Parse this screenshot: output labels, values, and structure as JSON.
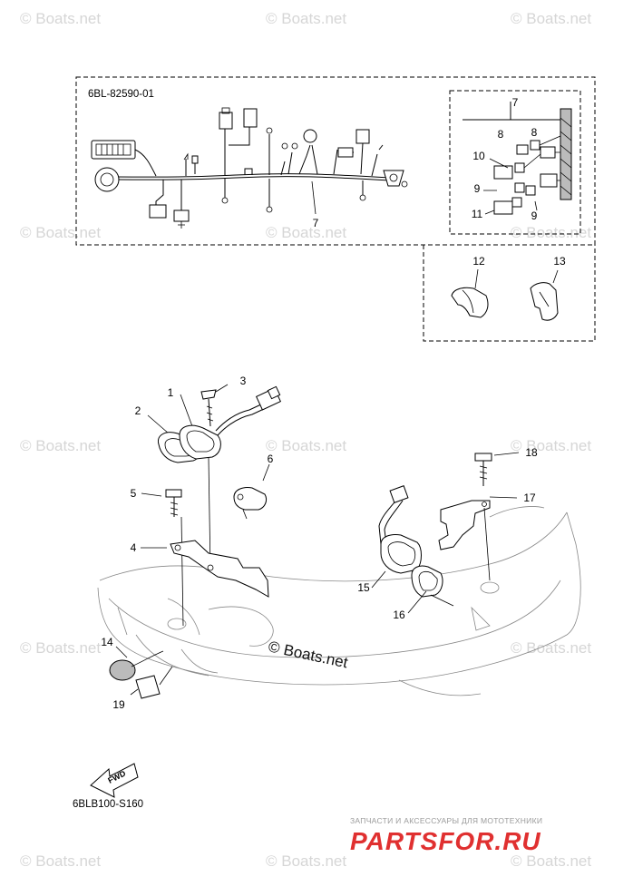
{
  "watermark": "© Boats.net",
  "center_watermark": "© Boats.net",
  "harness_code": "6BL-82590-01",
  "diagram_code": "6BLB100-S160",
  "fwd_label": "FWD",
  "callouts": {
    "c1": "1",
    "c2": "2",
    "c3": "3",
    "c4": "4",
    "c5": "5",
    "c6": "6",
    "c7a": "7",
    "c7b": "7",
    "c8a": "8",
    "c8b": "8",
    "c9a": "9",
    "c9b": "9",
    "c10": "10",
    "c11": "11",
    "c12": "12",
    "c13": "13",
    "c14": "14",
    "c15": "15",
    "c16": "16",
    "c17": "17",
    "c18": "18",
    "c19": "19"
  },
  "brand": {
    "tagline": "ЗАПЧАСТИ И АКСЕССУАРЫ ДЛЯ МОТОТЕХНИКИ",
    "name": "PARTSFOR.RU",
    "color": "#e03030"
  }
}
